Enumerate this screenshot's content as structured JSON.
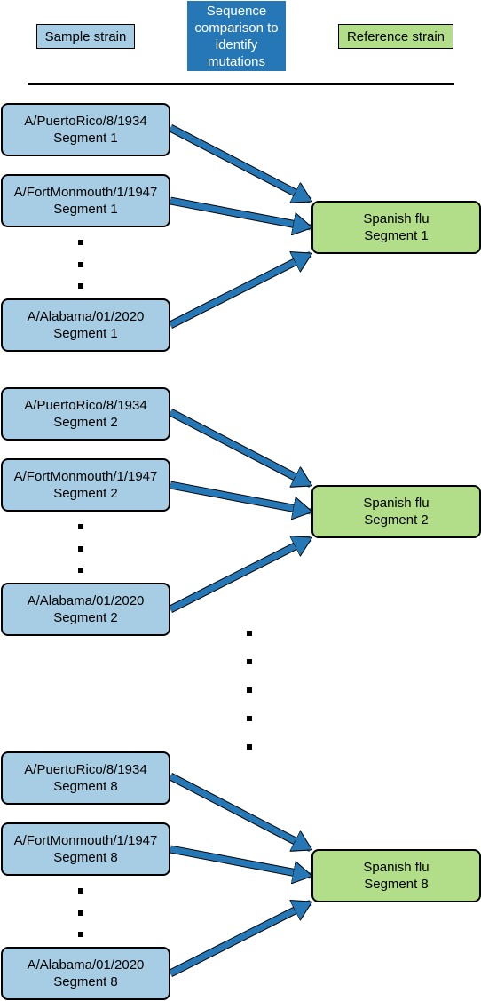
{
  "legend": {
    "sample_strain": "Sample strain",
    "comparison": "Sequence comparison to identify mutations",
    "reference_strain": "Reference strain"
  },
  "groups": [
    {
      "samples": [
        {
          "strain": "A/PuertoRico/8/1934",
          "segment": "Segment 1"
        },
        {
          "strain": "A/FortMonmouth/1/1947",
          "segment": "Segment 1"
        },
        {
          "strain": "A/Alabama/01/2020",
          "segment": "Segment 1"
        }
      ],
      "reference": {
        "strain": "Spanish flu",
        "segment": "Segment 1"
      }
    },
    {
      "samples": [
        {
          "strain": "A/PuertoRico/8/1934",
          "segment": "Segment 2"
        },
        {
          "strain": "A/FortMonmouth/1/1947",
          "segment": "Segment 2"
        },
        {
          "strain": "A/Alabama/01/2020",
          "segment": "Segment 2"
        }
      ],
      "reference": {
        "strain": "Spanish flu",
        "segment": "Segment 2"
      }
    },
    {
      "samples": [
        {
          "strain": "A/PuertoRico/8/1934",
          "segment": "Segment 8"
        },
        {
          "strain": "A/FortMonmouth/1/1947",
          "segment": "Segment 8"
        },
        {
          "strain": "A/Alabama/01/2020",
          "segment": "Segment 8"
        }
      ],
      "reference": {
        "strain": "Spanish flu",
        "segment": "Segment 8"
      }
    }
  ],
  "colors": {
    "sample_fill": "#a6cde3",
    "comparison_fill": "#2577b5",
    "reference_fill": "#b2de89",
    "arrow": "#2577b5"
  }
}
